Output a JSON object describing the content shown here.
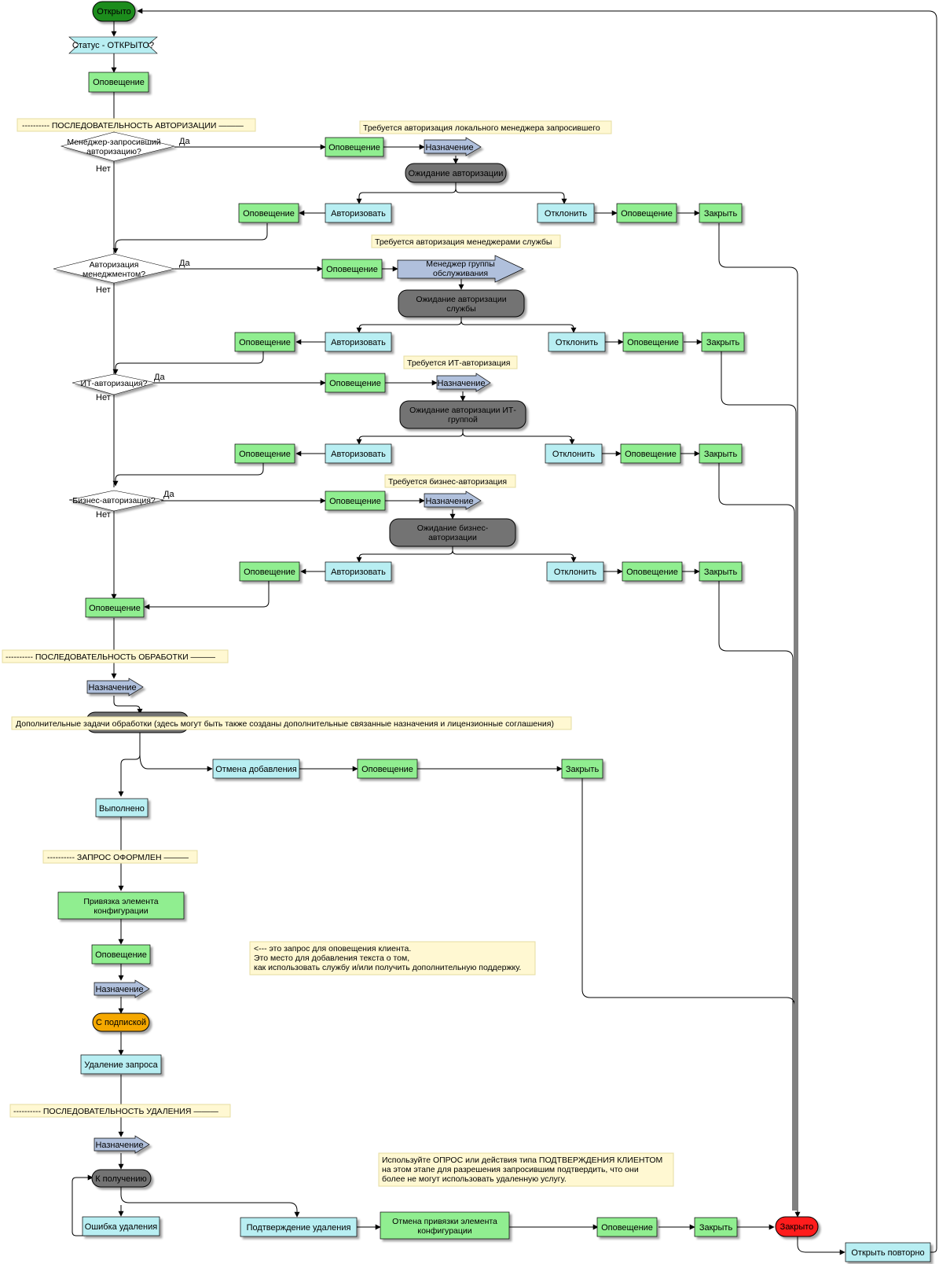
{
  "colors": {
    "open": "#1f8c1f",
    "closed": "#ff1a1a",
    "subscription": "#f5a800",
    "notify": "#90ee90",
    "action": "#b8eef2",
    "assign": "#b0c0dc",
    "wait": "#737373",
    "note": "#fff8d2",
    "connector": "#000000"
  },
  "terminals": {
    "open": "Открыто",
    "closed": "Закрыто",
    "subscription": "С подпиской",
    "to_receive": "К получению"
  },
  "decisions": {
    "status_open": "Статус - ОТКРЫТО?",
    "manager_line1": "Менеджер-запросивший",
    "manager_line2": "авторизацию?",
    "mgmt_line1": "Авторизация",
    "mgmt_line2": "менеджментом?",
    "it": "ИТ-авторизация?",
    "business": "Бизнес-авторизация?"
  },
  "edge_labels": {
    "yes": "Да",
    "no": "Нет"
  },
  "sections": {
    "auth": "---------- ПОСЛЕДОВАТЕЛЬНОСТЬ АВТОРИЗАЦИИ ———",
    "processing": "---------- ПОСЛЕДОВАТЕЛЬНОСТЬ ОБРАБОТКИ ———",
    "fulfilled": "---------- ЗАПРОС ОФОРМЛЕН ———",
    "removal": "---------- ПОСЛЕДОВАТЕЛЬНОСТЬ УДАЛЕНИЯ ———"
  },
  "notes": {
    "local_manager": "Требуется авторизация локального менеджера запросившего",
    "service_managers": "Требуется авторизация менеджерами службы",
    "it_required": "Требуется ИТ-авторизация",
    "business_required": "Требуется бизнес-авторизация",
    "extra_tasks": "Дополнительные задачи обработки (здесь могут быть также созданы дополнительные связанные назначения и лицензионные соглашения)",
    "customer_line1": "<--- это запрос для оповещения клиента.",
    "customer_line2": "Это место для добавления текста о том,",
    "customer_line3": "как использовать службу и/или получить дополнительную поддержку.",
    "poll_line1": "Используйте ОПРОС или действия типа ПОДТВЕРЖДЕНИЯ КЛИЕНТОМ",
    "poll_line2": "на этом этапе для разрешения запросившим подтвердить, что они",
    "poll_line3": " более не могут использовать удаленную услугу."
  },
  "labels": {
    "notify": "Оповещение",
    "assign": "Назначение",
    "authorize": "Авторизовать",
    "reject": "Отклонить",
    "close": "Закрыть",
    "wait_auth": "Ожидание авторизации",
    "service_group_line1": "Менеджер группы",
    "service_group_line2": "обслуживания",
    "wait_service_line1": "Ожидание авторизации",
    "wait_service_line2": "службы",
    "wait_it_line1": "Ожидание авторизации ИТ-",
    "wait_it_line2": "группой",
    "wait_business_line1": "Ожидание бизнес-",
    "wait_business_line2": "авторизации",
    "cancel_add": "Отмена добавления",
    "done": "Выполнено",
    "bind_ci_line1": "Привязка элемента",
    "bind_ci_line2": "конфигурации",
    "delete_request": "Удаление запроса",
    "delete_error": "Ошибка удаления",
    "delete_confirm": "Подтверждение удаления",
    "unbind_ci_line1": "Отмена привязки элемента",
    "unbind_ci_line2": "конфигурации",
    "reopen": "Открыть повторно"
  }
}
